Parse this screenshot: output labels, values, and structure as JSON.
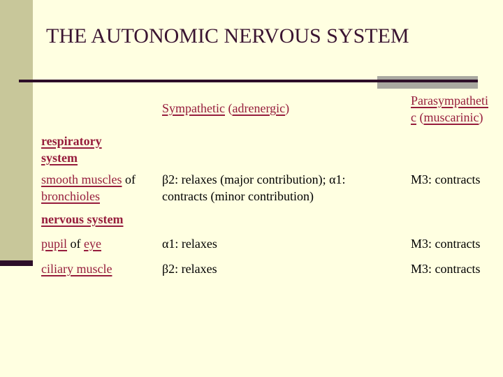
{
  "slide": {
    "title": "THE AUTONOMIC NERVOUS SYSTEM",
    "colors": {
      "background": "#FFFFE1",
      "sidebar": "#C8C79A",
      "title_text": "#3A1431",
      "rule": "#2D0E28",
      "rule_endcap": "#A9A8A0",
      "link_text": "#961C3C",
      "body_text": "#000000"
    },
    "table": {
      "header": {
        "sympathetic": [
          {
            "text": "Sympathetic",
            "style": "term"
          },
          {
            "text": " (",
            "style": "red"
          },
          {
            "text": "adrenergic",
            "style": "term"
          },
          {
            "text": ")",
            "style": "red"
          }
        ],
        "parasympathetic": [
          {
            "text": "Parasympatheti",
            "style": "term"
          },
          {
            "break": true
          },
          {
            "text": "c",
            "style": "term"
          },
          {
            "text": " (",
            "style": "red"
          },
          {
            "text": "muscarinic",
            "style": "term"
          },
          {
            "text": ")",
            "style": "red"
          }
        ]
      },
      "rows": [
        {
          "type": "section",
          "label": [
            {
              "text": "respiratory",
              "style": "term-bold"
            },
            {
              "break": true
            },
            {
              "text": "system",
              "style": "term-bold"
            }
          ],
          "sympathetic": [],
          "parasympathetic": []
        },
        {
          "type": "data",
          "label": [
            {
              "text": "smooth muscles",
              "style": "term"
            },
            {
              "text": " of",
              "style": "plain"
            },
            {
              "break": true
            },
            {
              "text": "bronchioles",
              "style": "term"
            }
          ],
          "sympathetic": [
            {
              "text": "β2: relaxes (major contribution); α1:",
              "style": "plain"
            },
            {
              "break": true
            },
            {
              "text": "contracts (minor contribution)",
              "style": "plain"
            }
          ],
          "parasympathetic": [
            {
              "text": "M3: contracts",
              "style": "plain"
            }
          ]
        },
        {
          "type": "section",
          "label": [
            {
              "text": "nervous system",
              "style": "term-bold"
            }
          ],
          "sympathetic": [],
          "parasympathetic": []
        },
        {
          "type": "data",
          "label": [
            {
              "text": "pupil",
              "style": "term"
            },
            {
              "text": " of ",
              "style": "plain"
            },
            {
              "text": "eye",
              "style": "term"
            }
          ],
          "sympathetic": [
            {
              "text": "α1: relaxes",
              "style": "plain"
            }
          ],
          "parasympathetic": [
            {
              "text": "M3: contracts",
              "style": "plain"
            }
          ]
        },
        {
          "type": "data",
          "label": [
            {
              "text": "ciliary muscle",
              "style": "term"
            }
          ],
          "sympathetic": [
            {
              "text": "β2: relaxes",
              "style": "plain"
            }
          ],
          "parasympathetic": [
            {
              "text": "M3: contracts",
              "style": "plain"
            }
          ]
        }
      ]
    }
  }
}
